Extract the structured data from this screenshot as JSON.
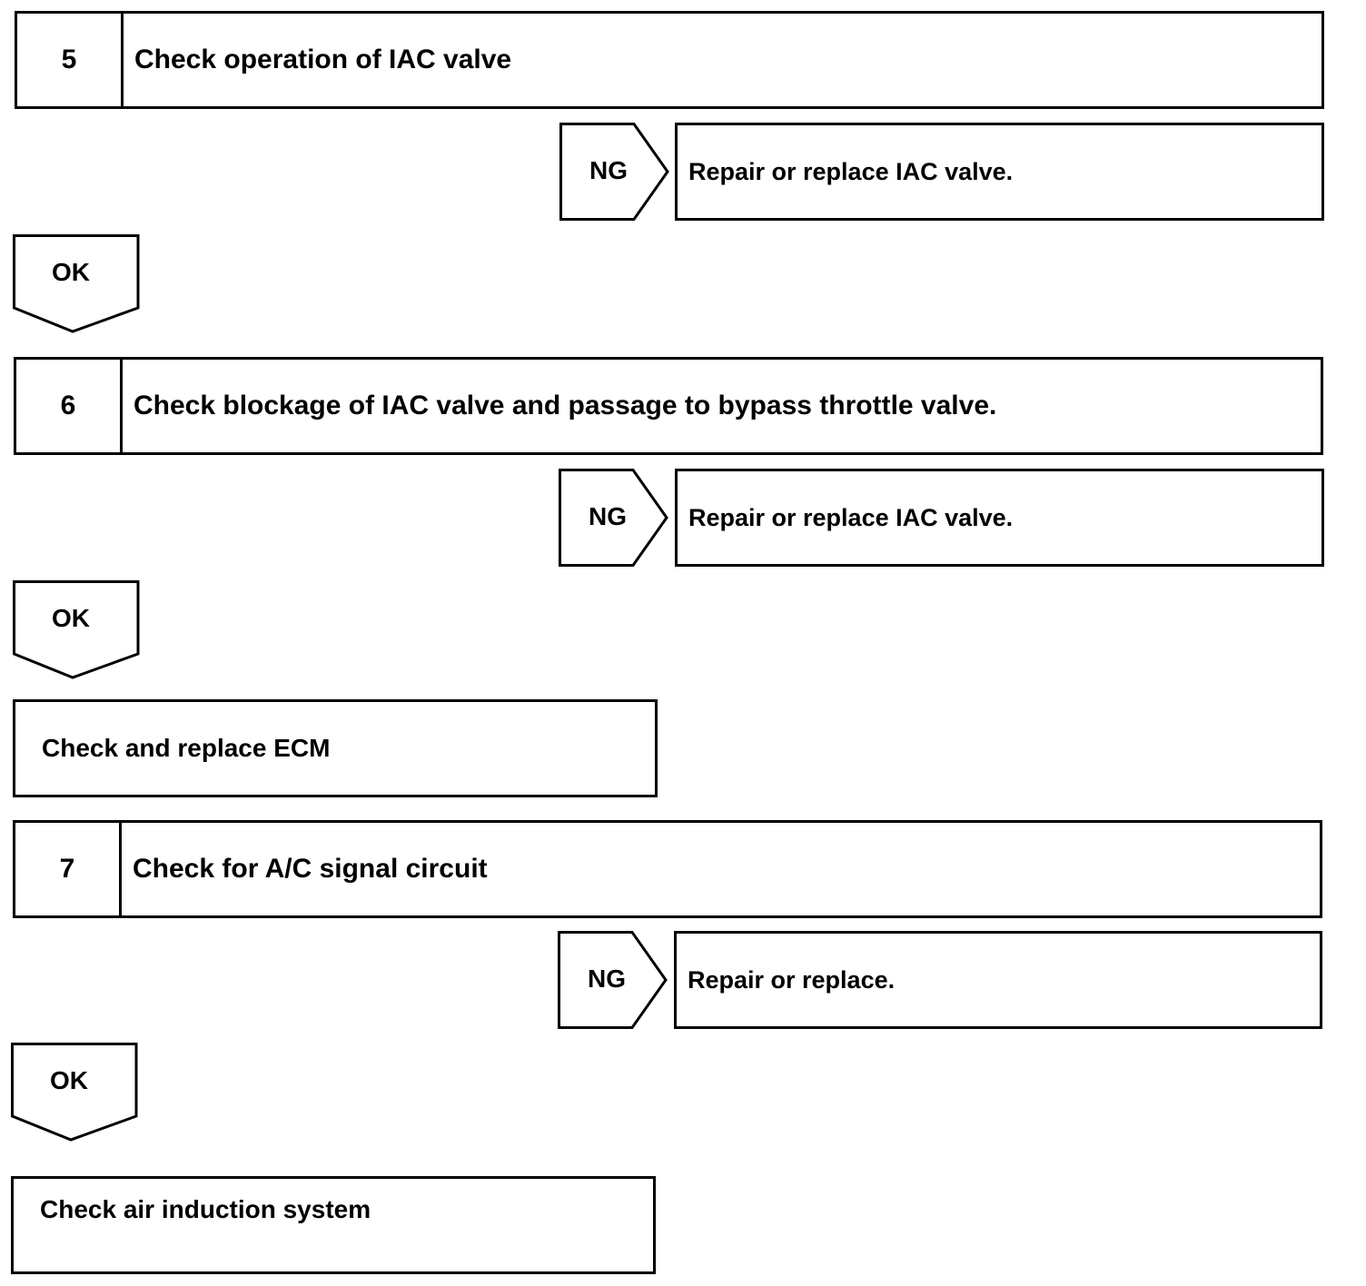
{
  "steps": [
    {
      "number": "5",
      "title": "Check operation of IAC valve",
      "ng_label": "NG",
      "ng_action": "Repair or replace IAC valve.",
      "ok_label": "OK"
    },
    {
      "number": "6",
      "title": "Check blockage of IAC valve and passage to bypass throttle valve.",
      "ng_label": "NG",
      "ng_action": "Repair or replace IAC valve.",
      "ok_label": "OK",
      "ok_action": "Check and replace ECM"
    },
    {
      "number": "7",
      "title": "Check for A/C signal circuit",
      "ng_label": "NG",
      "ng_action": "Repair or replace.",
      "ok_label": "OK",
      "ok_action": "Check air induction system"
    }
  ]
}
